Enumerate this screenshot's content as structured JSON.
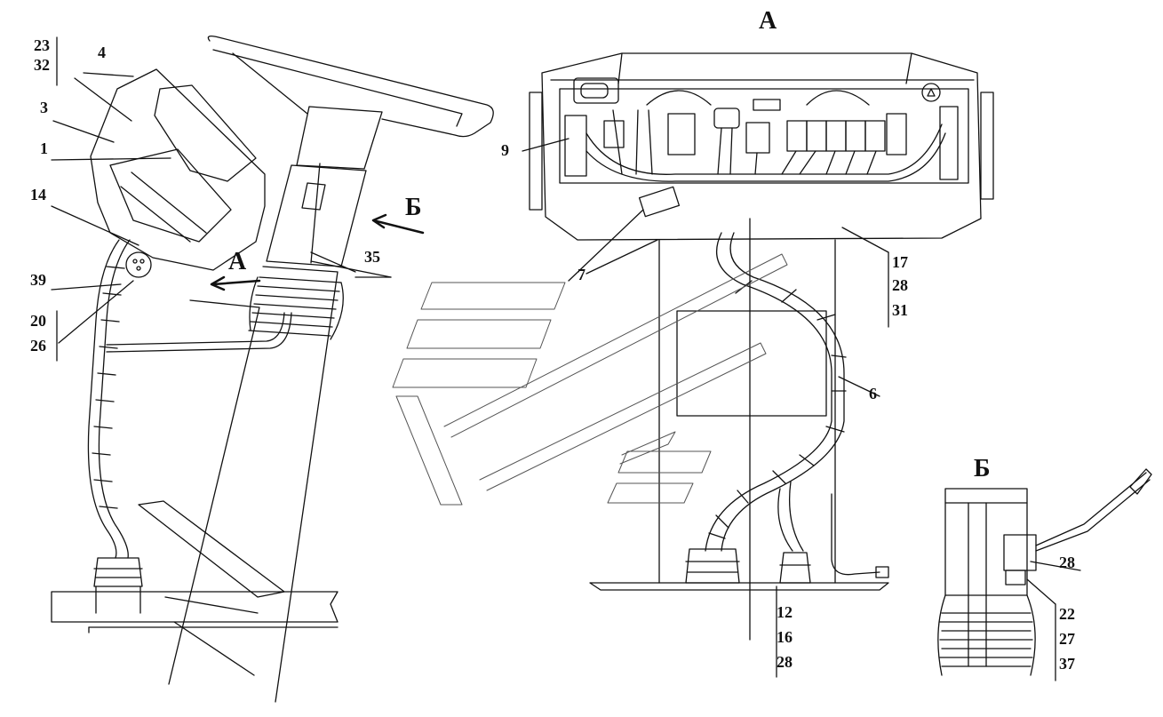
{
  "views": {
    "view_a_title": "А",
    "view_b_title": "Б"
  },
  "arrows": {
    "arrow_a": "А",
    "arrow_b": "Б"
  },
  "callouts": {
    "c23": "23",
    "c32": "32",
    "c4": "4",
    "c3": "3",
    "c1": "1",
    "c14": "14",
    "c39": "39",
    "c20": "20",
    "c26": "26",
    "c35": "35",
    "c9": "9",
    "c7": "7",
    "c17": "17",
    "c28a": "28",
    "c31": "31",
    "c6": "6",
    "c12": "12",
    "c16": "16",
    "c28b": "28",
    "c28c": "28",
    "c22": "22",
    "c27": "27",
    "c37": "37"
  }
}
